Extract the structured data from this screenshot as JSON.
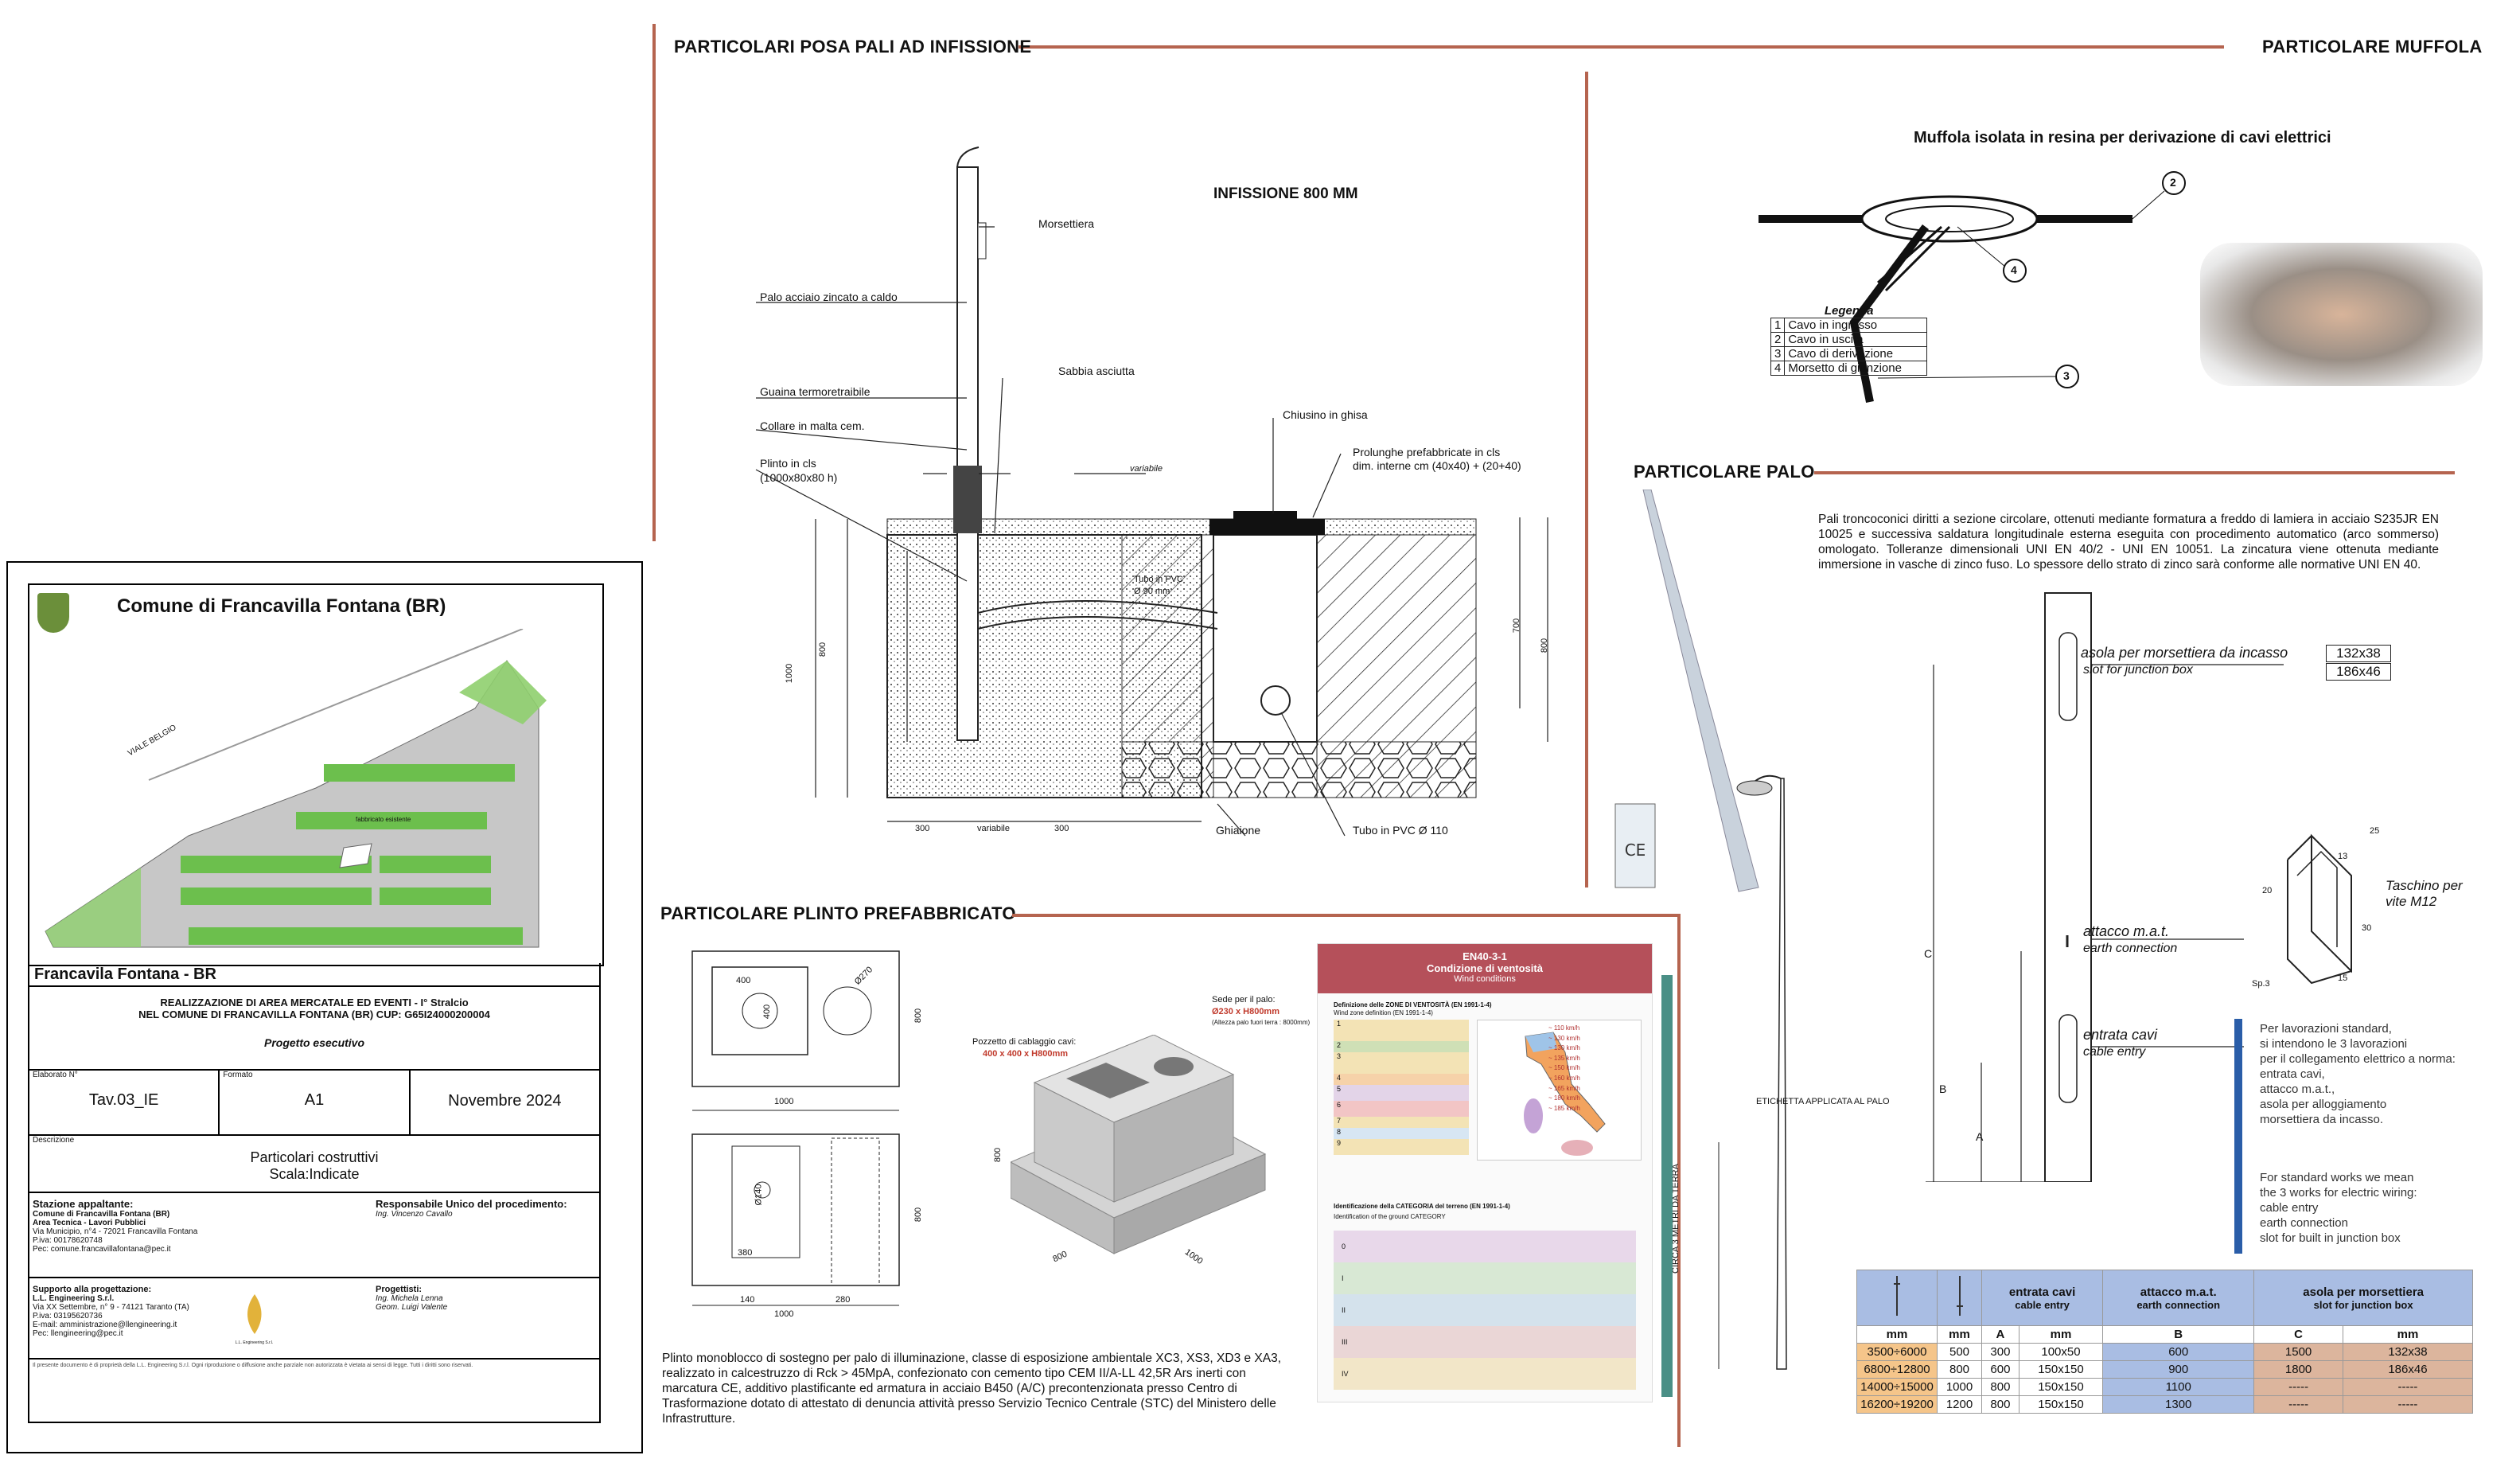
{
  "titles": {
    "infissione": "PARTICOLARI POSA PALI AD INFISSIONE",
    "muffola": "PARTICOLARE MUFFOLA",
    "plinto": "PARTICOLARE PLINTO PREFABBRICATO",
    "palo": "PARTICOLARE PALO"
  },
  "infissione": {
    "heading": "INFISSIONE 800 MM",
    "labels": [
      "Morsettiera",
      "Palo acciaio zincato a caldo",
      "Guaina termoretraibile",
      "Sabbia asciutta",
      "Collare in malta cem.",
      "Plinto in cls",
      "(1000x80x80 h)",
      "Chiusino in ghisa",
      "Prolunghe prefabbricate in cls",
      "dim. interne cm (40x40) + (20+40)",
      "variabile",
      "Tubo in PVC",
      "Ø 90 mm",
      "Ghiaione",
      "Tubo in PVC Ø 110"
    ],
    "dims": [
      "1000",
      "800",
      "700",
      "800",
      "300",
      "variabile",
      "300"
    ]
  },
  "muffola": {
    "heading": "Muffola isolata in resina per derivazione di cavi elettrici",
    "legend_title": "Legenda",
    "legend": [
      [
        "1",
        "Cavo in ingresso"
      ],
      [
        "2",
        "Cavo in uscita"
      ],
      [
        "3",
        "Cavo di derivazione"
      ],
      [
        "4",
        "Morsetto di giunzione"
      ]
    ],
    "callouts": [
      "2",
      "4",
      "3"
    ]
  },
  "palo": {
    "description": "Pali troncoconici diritti a sezione circolare, ottenuti mediante formatura a freddo di lamiera in acciaio S235JR EN 10025 e successiva saldatura longitudinale esterna eseguita con procedimento automatico (arco sommerso) omologato. Tolleranze dimensionali UNI EN 40/2 - UNI EN 10051. La zincatura viene ottenuta mediante immersione in vasche di zinco fuso. Lo spessore dello strato di zinco sarà conforme alle normative UNI EN 40.",
    "asola_it": "asola per morsettiera da incasso",
    "asola_en": "slot for junction box",
    "asola_dims": [
      "132x38",
      "186x46"
    ],
    "attacco_it": "attacco m.a.t.",
    "attacco_en": "earth connection",
    "entrata_it": "entrata cavi",
    "entrata_en": "cable entry",
    "taschino": "Taschino per vite M12",
    "etichetta": "ETICHETTA APPLICATA AL PALO",
    "terra": "CIRCA 3 METRI DA TERRA",
    "letters": [
      "C",
      "B",
      "A"
    ],
    "tasc_dims": [
      "25",
      "13",
      "20",
      "30",
      "15",
      "Sp.3"
    ],
    "note_it": [
      "Per lavorazioni standard,",
      "si intendono le 3 lavorazioni",
      "per il collegamento elettrico a norma:",
      "entrata cavi,",
      "attacco m.a.t.,",
      "asola per alloggiamento",
      "morsettiera da incasso."
    ],
    "note_en": [
      "For standard works we mean",
      "the 3 works for electric wiring:",
      "cable entry",
      "earth connection",
      "slot for built in junction box"
    ],
    "table": {
      "headers": [
        [
          "entrata cavi",
          "cable entry"
        ],
        [
          "attacco m.a.t.",
          "earth connection"
        ],
        [
          "asola per morsettiera",
          "slot for junction box"
        ]
      ],
      "sub": [
        "mm",
        "mm",
        "A",
        "mm",
        "B",
        "C",
        "mm"
      ],
      "rows": [
        [
          "3500÷6000",
          "500",
          "300",
          "100x50",
          "600",
          "1500",
          "132x38"
        ],
        [
          "6800÷12800",
          "800",
          "600",
          "150x150",
          "900",
          "1800",
          "186x46"
        ],
        [
          "14000÷15000",
          "1000",
          "800",
          "150x150",
          "1100",
          "-----",
          "-----"
        ],
        [
          "16200÷19200",
          "1200",
          "800",
          "150x150",
          "1300",
          "-----",
          "-----"
        ]
      ]
    }
  },
  "plinto": {
    "dims": [
      "400",
      "400",
      "Ø270",
      "800",
      "1000",
      "Ø140",
      "380",
      "140",
      "280",
      "1000",
      "800",
      "800",
      "1000",
      "800"
    ],
    "pozzetto": "Pozzetto di cablaggio cavi:",
    "pozzetto_dim": "400 x 400 x H800mm",
    "sede": "Sede per il palo:",
    "sede_dim": "Ø230 x H800mm",
    "sede_note": "(Altezza palo fuori terra : 8000mm)",
    "description": "Plinto monoblocco di sostegno per palo di illuminazione, classe di esposizione ambientale XC3, XS3, XD3 e XA3, realizzato in calcestruzzo di Rck > 45MpA, confezionato con cemento tipo CEM II/A-LL 42,5R Ars inerti con marcatura CE, additivo plastificante ed armatura in acciaio B450 (A/C) precontenzionata presso Centro di Trasformazione dotato di attestato di denuncia attività presso Servizio Tecnico Centrale (STC) del Ministero delle Infrastrutture."
  },
  "vento": {
    "code": "EN40-3-1",
    "title": "Condizione di ventosità",
    "subtitle": "Wind conditions",
    "zone_header": "Definizione delle ZONE DI VENTOSITÀ (EN 1991-1-4)",
    "zone_header_en": "Wind zone definition (EN 1991-1-4)",
    "rows": [
      "1",
      "2",
      "3",
      "4",
      "5",
      "6",
      "7",
      "8",
      "9"
    ],
    "speeds": [
      "~ 110 km/h",
      "~ 130 km/h",
      "~ 130 km/h",
      "~ 135 km/h",
      "~ 150 km/h",
      "~ 160 km/h",
      "~ 165 km/h",
      "~ 180 km/h",
      "~ 185 km/h"
    ],
    "ground": "Identificazione della CATEGORIA del terreno (EN 1991-1-4)",
    "ground_en": "Identification of the ground CATEGORY",
    "cats": [
      "0",
      "I",
      "II",
      "III",
      "IV"
    ]
  },
  "cartiglio": {
    "ente": "Comune di Francavilla Fontana (BR)",
    "map_labels": [
      "VIALE BELGIO",
      "fabbricato esistente"
    ],
    "location": "Francavila Fontana - BR",
    "project1": "REALIZZAZIONE DI AREA MERCATALE ED EVENTI - I° Stralcio",
    "project2": "NEL COMUNE DI FRANCAVILLA FONTANA (BR) CUP: G65I24000200004",
    "fase": "Progetto esecutivo",
    "elab_lbl": "Elaborato N°",
    "elab": "Tav.03_IE",
    "fmt_lbl": "Formato",
    "fmt": "A1",
    "date": "Novembre 2024",
    "desc_lbl": "Descrizione",
    "desc": "Particolari costruttivi",
    "scala": "Scala:Indicate",
    "staz_title": "Stazione appaltante:",
    "staz": [
      "Comune di Francavilla Fontana (BR)",
      "Area Tecnica - Lavori Pubblici",
      "Via Municipio, n°4 - 72021 Francavilla Fontana",
      "P.iva: 00178620748",
      "Pec: comune.francavillafontana@pec.it"
    ],
    "rup_title": "Responsabile Unico del procedimento:",
    "rup": "Ing. Vincenzo Cavallo",
    "supp_title": "Supporto alla progettazione:",
    "supp": [
      "L.L.    Engineering S.r.l.",
      "Via XX Settembre, n° 9 - 74121 Taranto (TA)",
      "P.iva: 03195620736",
      "E-mail: amministrazione@llengineering.it",
      "Pec: llengineering@pec.it"
    ],
    "prog_title": "Progettisti:",
    "prog": [
      "Ing. Michela Lenna",
      "Geom. Luigi Valente"
    ],
    "logo_text": "L.L. Engineering S.r.l.",
    "footer": "Il presente documento è di proprietà della L.L. Engineering S.r.l. Ogni riproduzione o diffusione anche parziale non autorizzata è vietata ai sensi di legge. Tutti i diritti sono riservati."
  },
  "colors": {
    "accent": "#b5644f",
    "table_blue": "#a9bde3",
    "table_orange": "#f5c58a",
    "table_peach": "#dcb59d",
    "teal": "#4a8f86"
  }
}
